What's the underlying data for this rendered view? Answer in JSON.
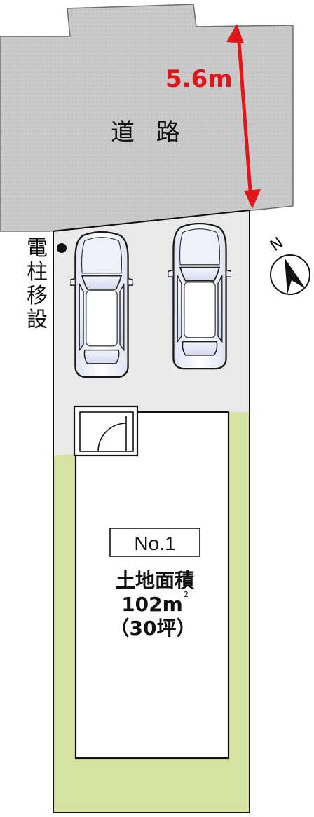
{
  "road": {
    "label": "道 路",
    "width_label": "5.6m"
  },
  "utility_pole": {
    "label": [
      "電",
      "柱",
      "移",
      "設"
    ]
  },
  "compass": {
    "label": "N"
  },
  "lot": {
    "number": "No.1",
    "area_title": "土地面積",
    "area_m2": "102m",
    "area_m2_superscript": "2",
    "area_tsubo": "（30坪）"
  },
  "colors": {
    "road": "#c6c6c6",
    "lawn": "#d6e2a0",
    "parking": "#e9e9e9",
    "dimension": "#e0161b",
    "outline": "#111111"
  }
}
